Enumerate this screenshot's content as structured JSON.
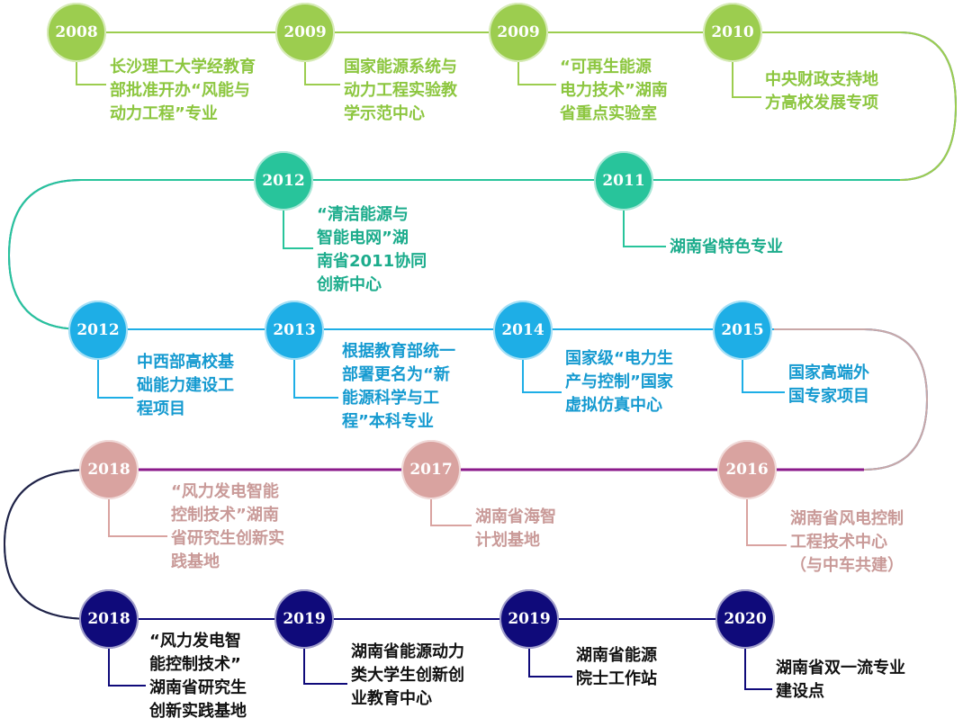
{
  "colors": {
    "row1": "#9ccd4f",
    "row2": "#28c49b",
    "row3": "#1eaee6",
    "row4": "#d9a3a0",
    "row5": "#0f0a7a",
    "connector_purple": "#8b1a8b"
  },
  "timeline": {
    "r1": [
      {
        "year": "2008",
        "text": "长沙理工大学经教育\n部批准开办“风能与\n动力工程”专业"
      },
      {
        "year": "2009",
        "text": "国家能源系统与\n动力工程实验教\n学示范中心"
      },
      {
        "year": "2009",
        "text": "“可再生能源\n电力技术”湖南\n省重点实验室"
      },
      {
        "year": "2010",
        "text": "中央财政支持地\n方高校发展专项"
      }
    ],
    "r2": [
      {
        "year": "2012",
        "text": "“清洁能源与\n智能电网”湖\n南省2011协同\n创新中心"
      },
      {
        "year": "2011",
        "text": "湖南省特色专业"
      }
    ],
    "r3": [
      {
        "year": "2012",
        "text": "中西部高校基\n础能力建设工\n程项目"
      },
      {
        "year": "2013",
        "text": "根据教育部统一\n部署更名为“新\n能源科学与工\n程”本科专业"
      },
      {
        "year": "2014",
        "text": "国家级“电力生\n产与控制”国家\n虚拟仿真中心"
      },
      {
        "year": "2015",
        "text": "国家高端外\n国专家项目"
      }
    ],
    "r4": [
      {
        "year": "2018",
        "text": "“风力发电智能\n控制技术”湖南\n省研究生创新实\n践基地"
      },
      {
        "year": "2017",
        "text": "湖南省海智\n计划基地"
      },
      {
        "year": "2016",
        "text": "湖南省风电控制\n工程技术中心\n（与中车共建）"
      }
    ],
    "r5": [
      {
        "year": "2018",
        "text": "“风力发电智\n能控制技术”\n湖南省研究生\n创新实践基地"
      },
      {
        "year": "2019",
        "text": "湖南省能源动力\n类大学生创新创\n业教育中心"
      },
      {
        "year": "2019",
        "text": "湖南省能源\n院士工作站"
      },
      {
        "year": "2020",
        "text": "湖南省双一流专业\n建设点"
      }
    ]
  }
}
